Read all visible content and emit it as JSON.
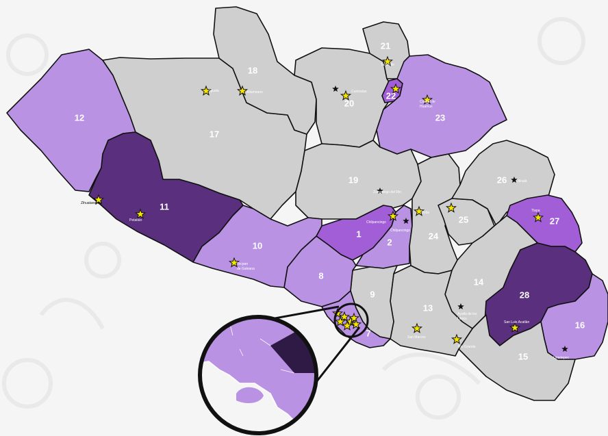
{
  "colors": {
    "background": "#f5f5f5",
    "gray": "#cfcfcf",
    "light": "#b992e3",
    "medium": "#a25ed6",
    "dark": "#5a2f7d",
    "star": "#f5e400"
  },
  "regions": [
    {
      "id": "1",
      "shade": "medium"
    },
    {
      "id": "2",
      "shade": "light"
    },
    {
      "id": "7",
      "shade": "light"
    },
    {
      "id": "8",
      "shade": "light"
    },
    {
      "id": "9",
      "shade": "gray"
    },
    {
      "id": "10",
      "shade": "light"
    },
    {
      "id": "11",
      "shade": "dark"
    },
    {
      "id": "12",
      "shade": "light"
    },
    {
      "id": "13",
      "shade": "gray"
    },
    {
      "id": "14",
      "shade": "gray"
    },
    {
      "id": "15",
      "shade": "gray"
    },
    {
      "id": "16",
      "shade": "light"
    },
    {
      "id": "17",
      "shade": "gray"
    },
    {
      "id": "18",
      "shade": "gray"
    },
    {
      "id": "19",
      "shade": "gray"
    },
    {
      "id": "20",
      "shade": "gray"
    },
    {
      "id": "21",
      "shade": "gray"
    },
    {
      "id": "22",
      "shade": "medium"
    },
    {
      "id": "23",
      "shade": "light"
    },
    {
      "id": "24",
      "shade": "gray"
    },
    {
      "id": "25",
      "shade": "gray"
    },
    {
      "id": "26",
      "shade": "gray"
    },
    {
      "id": "27",
      "shade": "medium"
    },
    {
      "id": "28",
      "shade": "dark"
    }
  ],
  "places": [
    {
      "name": "Zihuatanejo",
      "star": "yellow"
    },
    {
      "name": "Petatlán",
      "star": "yellow"
    },
    {
      "name": "Tecpan de Galeana",
      "star": "yellow"
    },
    {
      "name": "Altamirano",
      "star": "yellow"
    },
    {
      "name": "Iguala",
      "star": "yellow"
    },
    {
      "name": "Chilpancingo",
      "star": "yellow"
    },
    {
      "name": "Chilpancingo",
      "star": "black"
    },
    {
      "name": "Tixtla",
      "star": "yellow"
    },
    {
      "name": "Ciudad de Huamuxtitlan",
      "star": "yellow"
    },
    {
      "name": "Tlapa",
      "star": "yellow"
    },
    {
      "name": "Olinalá",
      "star": "black"
    },
    {
      "name": "San Luis Acatlán",
      "star": "yellow"
    },
    {
      "name": "Ometepec",
      "star": "black"
    },
    {
      "name": "Ayutla de los Libres",
      "star": "black"
    },
    {
      "name": "San Marcos",
      "star": "yellow"
    },
    {
      "name": "Rio Grande",
      "star": "yellow"
    },
    {
      "name": "Cuetzala",
      "star": "black"
    },
    {
      "name": "Zumpango del Rio",
      "star": "black"
    }
  ]
}
